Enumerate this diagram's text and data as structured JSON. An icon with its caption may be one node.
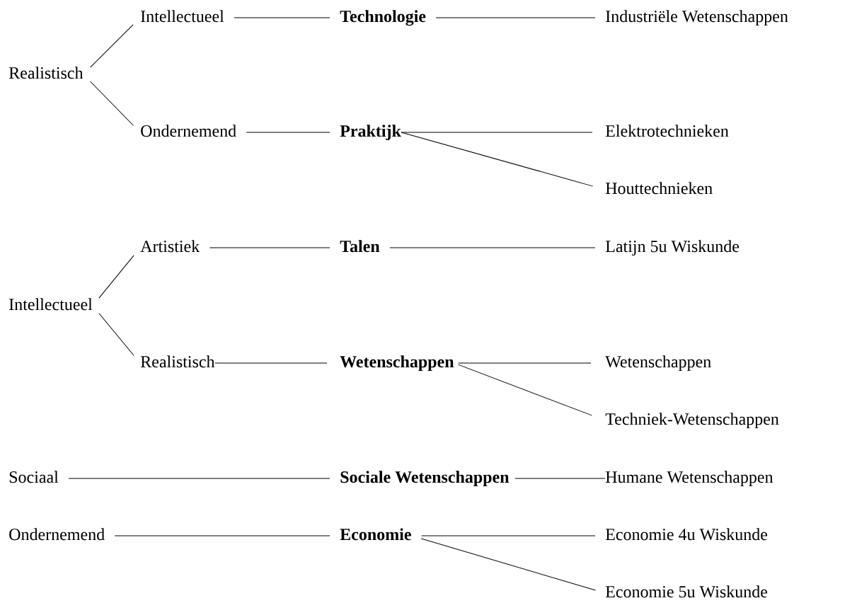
{
  "diagram": {
    "nodes": [
      {
        "text": [
          "Realistisch"
        ]
      },
      {
        "text": [
          "Intellectueel"
        ]
      },
      {
        "text": [
          "Technologie"
        ]
      },
      {
        "text": [
          "Industriële Wetenschappen"
        ]
      },
      {
        "text": [
          "Ondernemend"
        ]
      },
      {
        "text": [
          "Praktijk"
        ]
      },
      {
        "text": [
          "Elektrotechnieken"
        ]
      },
      {
        "text": [
          "Houttechnieken"
        ]
      },
      {
        "text": [
          "Intellectueel"
        ]
      },
      {
        "text": [
          "Artistiek"
        ]
      },
      {
        "text": [
          "Talen"
        ]
      },
      {
        "text": [
          "Latijn 5u Wiskunde"
        ]
      },
      {
        "text": [
          "Realistisch"
        ]
      },
      {
        "text": [
          "Wetenschappen"
        ]
      },
      {
        "text": [
          "Wetenschappen"
        ]
      },
      {
        "text": [
          "Techniek-Wetenschappen"
        ]
      },
      {
        "text": [
          "Sociaal"
        ]
      },
      {
        "text": [
          "Sociale Wetenschappen"
        ]
      },
      {
        "text": [
          "Humane Wetenschappen"
        ]
      },
      {
        "text": [
          "Ondernemend"
        ]
      },
      {
        "text": [
          "Economie"
        ]
      },
      {
        "text": [
          "Economie 4u Wiskunde"
        ]
      },
      {
        "text": [
          "Economie 5u Wiskunde"
        ]
      }
    ],
    "edges": [
      {
        "from": 0,
        "to": 1,
        "arrow": "none"
      },
      {
        "from": 0,
        "to": 4,
        "arrow": "none"
      },
      {
        "from": 1,
        "to": 2,
        "arrow": "none"
      },
      {
        "from": 2,
        "to": 3,
        "arrow": "none"
      },
      {
        "from": 4,
        "to": 5,
        "arrow": "none"
      },
      {
        "from": 5,
        "to": 6,
        "arrow": "none"
      },
      {
        "from": 5,
        "to": 7,
        "arrow": "none"
      },
      {
        "from": 8,
        "to": 9,
        "arrow": "none"
      },
      {
        "from": 8,
        "to": 12,
        "arrow": "none"
      },
      {
        "from": 9,
        "to": 10,
        "arrow": "none"
      },
      {
        "from": 10,
        "to": 11,
        "arrow": "none"
      },
      {
        "from": 12,
        "to": 13,
        "arrow": "none"
      },
      {
        "from": 13,
        "to": 14,
        "arrow": "none"
      },
      {
        "from": 13,
        "to": 15,
        "arrow": "none"
      },
      {
        "from": 16,
        "to": 17,
        "arrow": "none"
      },
      {
        "from": 17,
        "to": 18,
        "arrow": "none"
      },
      {
        "from": 19,
        "to": 20,
        "arrow": "none"
      },
      {
        "from": 20,
        "to": 21,
        "arrow": "none"
      },
      {
        "from": 20,
        "to": 22,
        "arrow": "none"
      }
    ]
  }
}
